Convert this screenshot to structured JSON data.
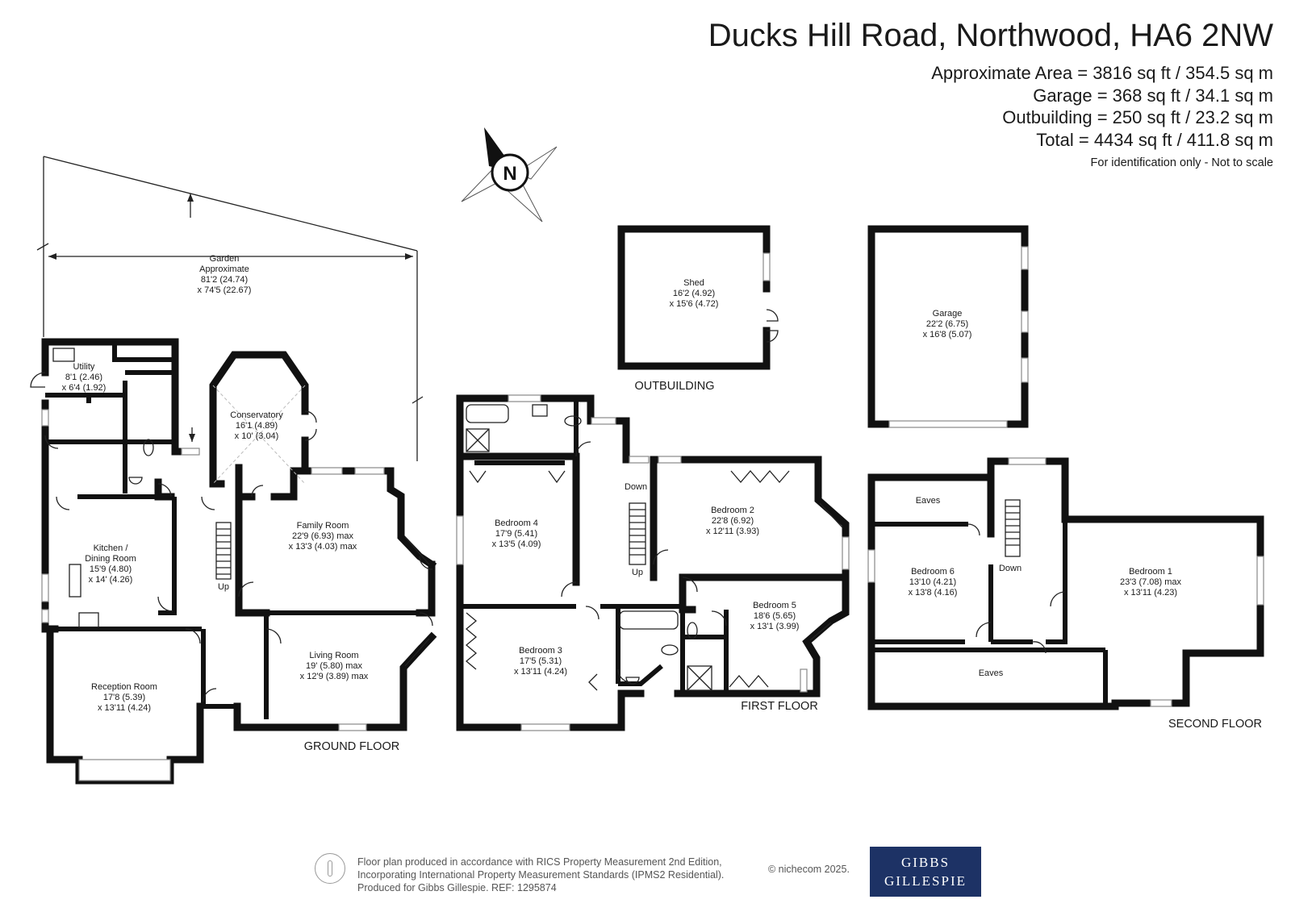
{
  "header": {
    "title": "Ducks Hill Road, Northwood, HA6 2NW",
    "areas": [
      "Approximate Area = 3816 sq ft / 354.5 sq m",
      "Garage = 368 sq ft / 34.1 sq m",
      "Outbuilding = 250 sq ft / 23.2 sq m",
      "Total = 4434 sq ft / 411.8 sq m"
    ],
    "disclaimer": "For identification only - Not to scale"
  },
  "compass": {
    "label": "N"
  },
  "floors": {
    "ground": "GROUND FLOOR",
    "first": "FIRST FLOOR",
    "second": "SECOND FLOOR",
    "outbuilding": "OUTBUILDING"
  },
  "rooms": {
    "garden": [
      "Garden",
      "Approximate",
      "81'2 (24.74)",
      "x 74'5 (22.67)"
    ],
    "utility": [
      "Utility",
      "8'1 (2.46)",
      "x 6'4 (1.92)"
    ],
    "conservatory": [
      "Conservatory",
      "16'1 (4.89)",
      "x 10' (3.04)"
    ],
    "family": [
      "Family Room",
      "22'9 (6.93) max",
      "x 13'3 (4.03) max"
    ],
    "kitchen": [
      "Kitchen /",
      "Dining Room",
      "15'9 (4.80)",
      "x 14' (4.26)"
    ],
    "living": [
      "Living Room",
      "19' (5.80) max",
      "x 12'9 (3.89) max"
    ],
    "reception": [
      "Reception Room",
      "17'8 (5.39)",
      "x 13'11 (4.24)"
    ],
    "bedroom4": [
      "Bedroom 4",
      "17'9 (5.41)",
      "x 13'5 (4.09)"
    ],
    "bedroom3": [
      "Bedroom 3",
      "17'5 (5.31)",
      "x 13'11 (4.24)"
    ],
    "bedroom2": [
      "Bedroom 2",
      "22'8 (6.92)",
      "x 12'11 (3.93)"
    ],
    "bedroom5": [
      "Bedroom 5",
      "18'6 (5.65)",
      "x 13'1 (3.99)"
    ],
    "shed": [
      "Shed",
      "16'2 (4.92)",
      "x 15'6 (4.72)"
    ],
    "garage": [
      "Garage",
      "22'2 (6.75)",
      "x 16'8 (5.07)"
    ],
    "bedroom6": [
      "Bedroom 6",
      "13'10 (4.21)",
      "x 13'8 (4.16)"
    ],
    "bedroom1": [
      "Bedroom 1",
      "23'3 (7.08) max",
      "x 13'11 (4.23)"
    ],
    "eaves_top": [
      "Eaves"
    ],
    "eaves_bottom": [
      "Eaves"
    ]
  },
  "stair_labels": {
    "ground_up": "Up",
    "first_down": "Down",
    "first_up": "Up",
    "second_down": "Down"
  },
  "footer": {
    "lines": [
      "Floor plan produced in accordance with RICS Property Measurement 2nd Edition,",
      "Incorporating International Property Measurement Standards (IPMS2 Residential).",
      "Produced for Gibbs Gillespie.   REF:  1295874"
    ],
    "copyright": "© nichecom 2025.",
    "logo_line1": "GIBBS",
    "logo_line2": "GILLESPIE",
    "rics_icon": "rics-logo-icon"
  },
  "colors": {
    "wall": "#111111",
    "logo_bg": "#1d3265",
    "window": "#9a9a9a"
  }
}
